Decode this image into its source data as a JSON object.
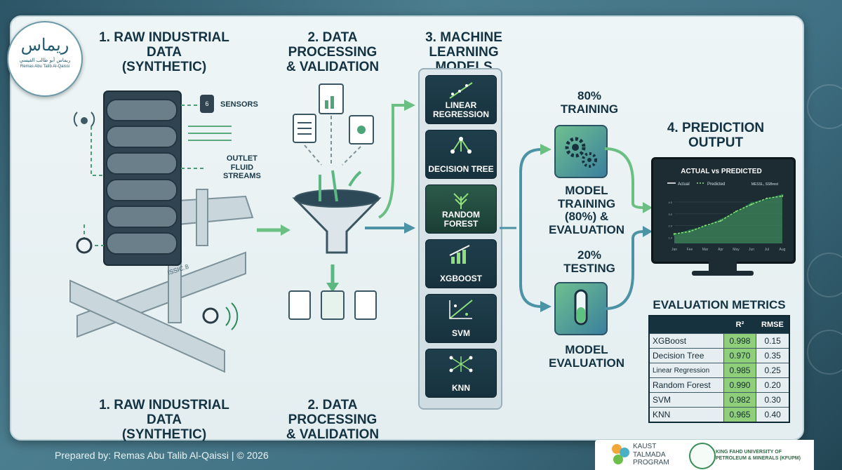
{
  "headings": {
    "raw_top_l1": "1. RAW INDUSTRIAL DATA",
    "raw_top_l2": "(SYNTHETIC)",
    "proc_top_l1": "2. DATA PROCESSING",
    "proc_top_l2": "& VALIDATION",
    "ml_l1": "3. MACHINE",
    "ml_l2": "LEARNING MODELS",
    "raw_bottom_l1": "1. RAW INDUSTRIAL DATA",
    "raw_bottom_l2": "(SYNTHETIC)",
    "proc_bottom_l1": "2. DATA PROCESSING",
    "proc_bottom_l2": "& VALIDATION",
    "pred_l1": "4. PREDICTION",
    "pred_l2": "OUTPUT"
  },
  "labels": {
    "sensors": "SENSORS",
    "outlet_l1": "OUTLET",
    "outlet_l2": "FLUID",
    "outlet_l3": "STREAMS",
    "sensor_badge": "6",
    "pipe_text": "ISSIC.8"
  },
  "split": {
    "train_pct": "80%",
    "train_word": "TRAINING",
    "train_desc_l1": "MODEL",
    "train_desc_l2": "TRAINING",
    "train_desc_l3": "(80%) &",
    "train_desc_l4": "EVALUATION",
    "test_pct": "20%",
    "test_word": "TESTING",
    "eval_l1": "MODEL",
    "eval_l2": "EVALUATION"
  },
  "models": [
    {
      "l1": "LINEAR",
      "l2": "REGRESSION"
    },
    {
      "l1": "DECISION TREE",
      "l2": ""
    },
    {
      "l1": "RANDOM",
      "l2": "FOREST"
    },
    {
      "l1": "XGBOOST",
      "l2": ""
    },
    {
      "l1": "SVM",
      "l2": ""
    },
    {
      "l1": "KNN",
      "l2": ""
    }
  ],
  "monitor": {
    "title": "ACTUAL vs PREDICTED",
    "legend_actual": "Actual",
    "legend_pred": "Predicted",
    "legend_note": "MESSL, SSBrest",
    "colors": {
      "actual": "#1f6f45",
      "predicted": "#8fe07a"
    }
  },
  "chart_data": {
    "type": "area",
    "title": "ACTUAL vs PREDICTED",
    "categories": [
      "Jan",
      "Fee",
      "Mar",
      "Apr",
      "May",
      "Jun",
      "Jul",
      "Aug"
    ],
    "series": [
      {
        "name": "Actual",
        "values": [
          1.2,
          1.6,
          1.9,
          2.5,
          3.1,
          3.9,
          4.2,
          4.6
        ]
      },
      {
        "name": "Predicted",
        "values": [
          1.3,
          1.5,
          2.0,
          2.4,
          3.2,
          3.8,
          4.3,
          4.5
        ]
      }
    ],
    "y_ticks": [
      "4.0",
      "3.0",
      "2.0",
      "1.0"
    ],
    "ylim": [
      0.5,
      5
    ]
  },
  "metrics": {
    "title": "EVALUATION METRICS",
    "col_r2": "R²",
    "col_rmse": "RMSE",
    "rows": [
      {
        "model": "XGBoost",
        "r2": "0.998",
        "rmse": "0.15"
      },
      {
        "model": "Decision Tree",
        "r2": "0.970",
        "rmse": "0.35"
      },
      {
        "model": "Linear Regression",
        "r2": "0.985",
        "rmse": "0.25"
      },
      {
        "model": "Random Forest",
        "r2": "0.990",
        "rmse": "0.20"
      },
      {
        "model": "SVM",
        "r2": "0.982",
        "rmse": "0.30"
      },
      {
        "model": "KNN",
        "r2": "0.965",
        "rmse": "0.40"
      }
    ]
  },
  "footer": "Prepared by: Remas Abu Talib Al-Qaissi | © 2026",
  "logos": {
    "kaust_l1": "KAUST",
    "kaust_l2": "TALMADA",
    "kaust_l3": "PROGRAM",
    "kfupm_l1": "KING FAHD UNIVERSITY OF",
    "kfupm_l2": "PETROLEUM & MINERALS (KFUPM)"
  },
  "badge": {
    "arabic": "ريماس",
    "arabic_sub": "ريماس أبو طالب القيسي",
    "latin": "Remas Abu Talib Al-Qaissi"
  },
  "colors": {
    "accent": "#6cbf83",
    "dark": "#17323e"
  }
}
